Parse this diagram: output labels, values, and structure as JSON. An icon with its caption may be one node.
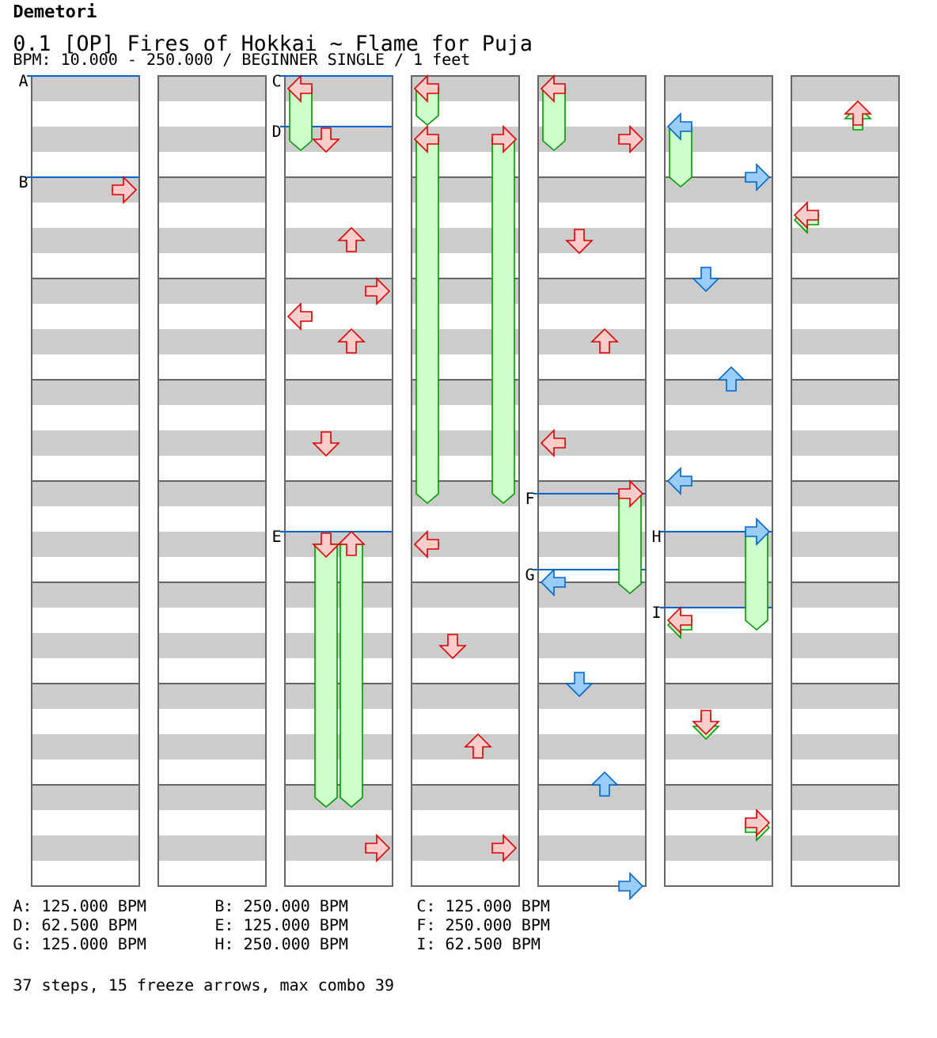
{
  "diagram": {
    "title": "0.1 [OP] Fires of Hokkai ~ Flame for Puja",
    "labels": [
      "Demetori",
      "BPM: 10.000 - 250.000 / BEGINNER SINGLE / 1 feet",
      "A",
      "B",
      "C",
      "D",
      "E",
      "F",
      "G",
      "H",
      "I",
      "A: 125.000 BPM",
      "B: 250.000 BPM",
      "C: 125.000 BPM",
      "D: 62.500 BPM",
      "E: 125.000 BPM",
      "F: 250.000 BPM",
      "G: 125.000 BPM",
      "H: 250.000 BPM",
      "I: 62.500 BPM",
      "37 steps, 15 freeze arrows, max combo 39"
    ]
  }
}
